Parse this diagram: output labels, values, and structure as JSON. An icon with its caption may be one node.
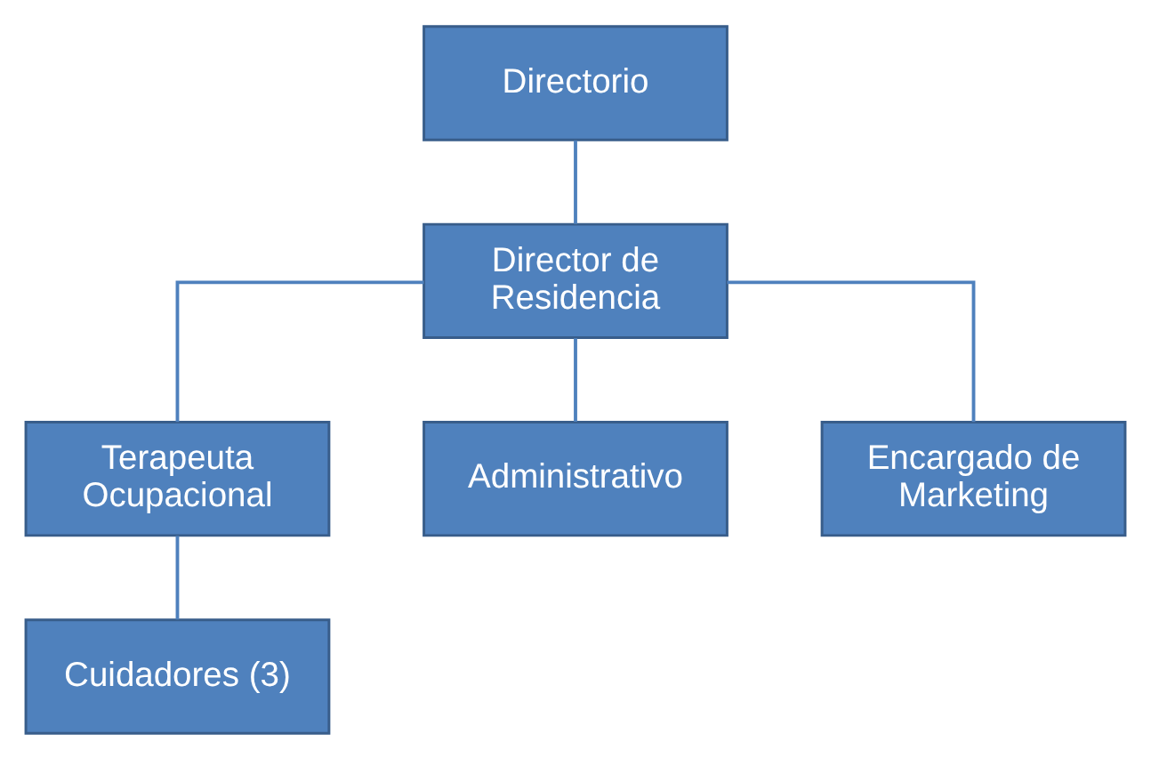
{
  "diagram": {
    "nodes": [
      {
        "text": [
          "Directorio"
        ]
      },
      {
        "text": [
          "Director de Residencia"
        ]
      },
      {
        "text": [
          "Terapeuta Ocupacional"
        ]
      },
      {
        "text": [
          "Administrativo"
        ]
      },
      {
        "text": [
          "Encargado de Marketing"
        ]
      },
      {
        "text": [
          "Cuidadores (3)"
        ]
      }
    ],
    "edges": [
      {
        "from": 0,
        "to": 1,
        "arrow": "none"
      },
      {
        "from": 1,
        "to": 2,
        "arrow": "none"
      },
      {
        "from": 1,
        "to": 3,
        "arrow": "none"
      },
      {
        "from": 1,
        "to": 4,
        "arrow": "none"
      },
      {
        "from": 2,
        "to": 5,
        "arrow": "none"
      }
    ]
  }
}
